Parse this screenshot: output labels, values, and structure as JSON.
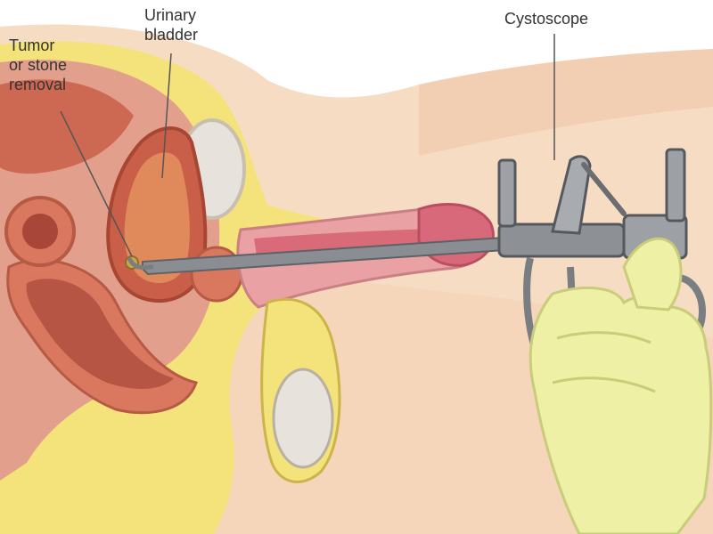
{
  "labels": {
    "tumor": {
      "lines": [
        "Tumor",
        "or stone",
        "removal"
      ]
    },
    "bladder": {
      "lines": [
        "Urinary",
        "bladder"
      ]
    },
    "cystoscope": {
      "text": "Cystoscope"
    }
  },
  "colors": {
    "skin": "#f7dcc4",
    "skin_shade": "#efc7a6",
    "fat": "#f4e27a",
    "muscle": "#d9785e",
    "organ_wall": "#c95f48",
    "lumen": "#a8463a",
    "urethra": "#d96a78",
    "bone": "#e7e3dc",
    "instrument": "#8a8e92",
    "glove": "#eef0a6",
    "leader": "#555555"
  }
}
